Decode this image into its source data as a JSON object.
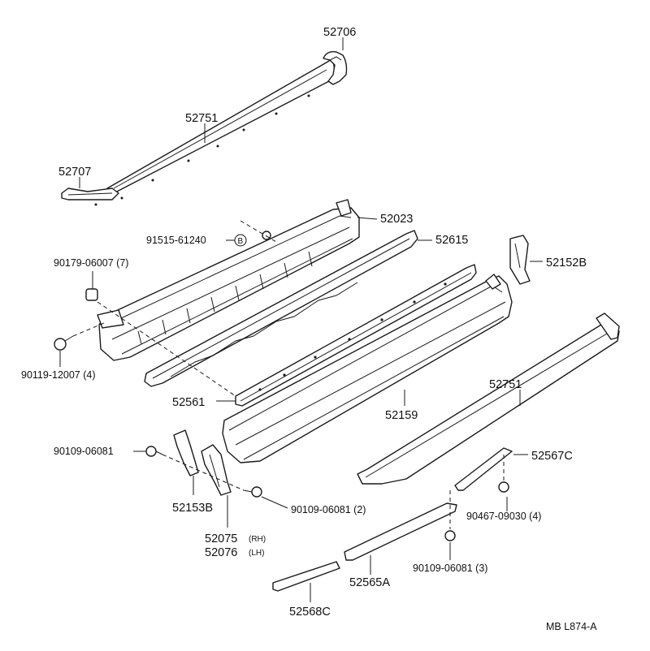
{
  "labels": {
    "p52706": "52706",
    "p52751_top": "52751",
    "p52707": "52707",
    "p52023": "52023",
    "p91515": "91515-61240",
    "callout_b": "B",
    "p52615": "52615",
    "p52152b": "52152B",
    "p90179": "90179-06007 (7)",
    "p90119": "90119-12007 (4)",
    "p52561": "52561",
    "p52159": "52159",
    "p52751_right": "52751",
    "p52567c": "52567C",
    "p90109_left": "90109-06081",
    "p90109_2": "90109-06081 (2)",
    "p52153b": "52153B",
    "p52075": "52075",
    "p52075_side": "(RH)",
    "p52076": "52076",
    "p52076_side": "(LH)",
    "p90467": "90467-09030 (4)",
    "p90109_3": "90109-06081 (3)",
    "p52565a": "52565A",
    "p52568c": "52568C"
  },
  "footer": {
    "code": "MB  L874-A"
  }
}
